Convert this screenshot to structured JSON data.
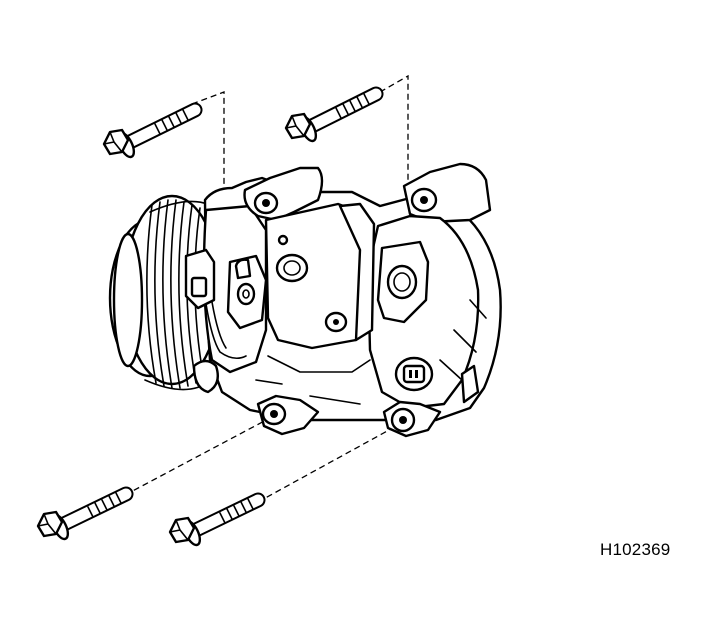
{
  "figure": {
    "id_label": "H102369",
    "subject": "ac-compressor-with-mounting-bolts",
    "bolt_count": 4
  },
  "colors": {
    "ink": "#000000",
    "paper": "#ffffff"
  },
  "icons": {
    "bolt": "bolt-icon",
    "compressor": "compressor-icon"
  }
}
